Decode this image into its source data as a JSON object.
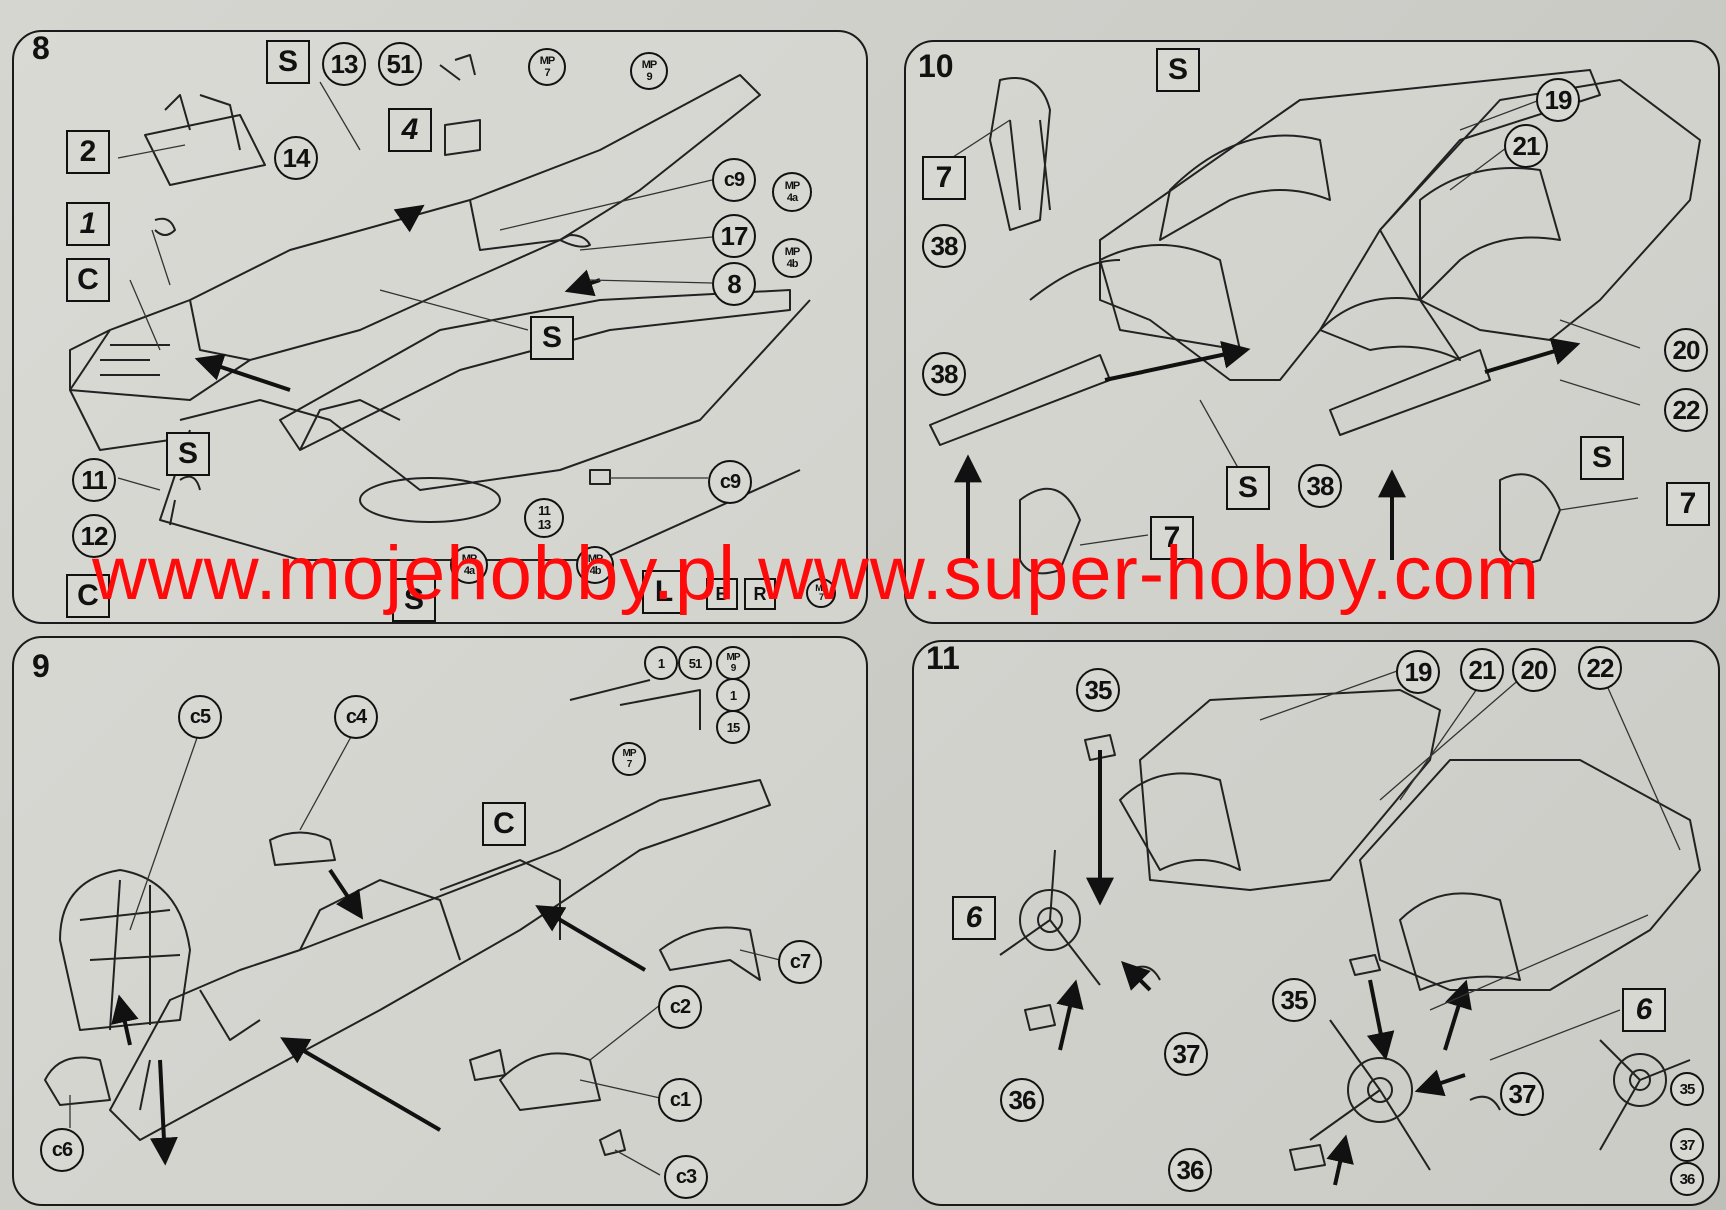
{
  "steps": [
    {
      "number": "8"
    },
    {
      "number": "9"
    },
    {
      "number": "10"
    },
    {
      "number": "11"
    }
  ],
  "step8": {
    "boxes": [
      "S",
      "2",
      "1",
      "C",
      "S",
      "S",
      "C",
      "S",
      "L",
      "B",
      "R",
      "4"
    ],
    "circles": [
      "13",
      "51",
      "14",
      "c9",
      "17",
      "8",
      "c9",
      "11",
      "12"
    ],
    "mp": [
      [
        "MP",
        "7"
      ],
      [
        "MP",
        "9"
      ],
      [
        "MP",
        "4a"
      ],
      [
        "MP",
        "4b"
      ],
      [
        "MP",
        "4a"
      ],
      [
        "MP",
        "4b"
      ],
      [
        "MP",
        "7"
      ]
    ],
    "stack": [
      "11",
      "13"
    ]
  },
  "step9": {
    "box_c": "C",
    "parts": [
      "c5",
      "c4",
      "c7",
      "c2",
      "c1",
      "c3",
      "c6"
    ],
    "small": [
      "1",
      "51",
      "1",
      "15"
    ],
    "mp": [
      [
        "MP",
        "9"
      ],
      [
        "MP",
        "7"
      ]
    ]
  },
  "step10": {
    "boxes": [
      "S",
      "7",
      "S",
      "S",
      "7",
      "7"
    ],
    "circles": [
      "19",
      "21",
      "38",
      "38",
      "20",
      "22",
      "38"
    ]
  },
  "step11": {
    "top": [
      "19",
      "21",
      "20",
      "22"
    ],
    "circles": [
      "35",
      "37",
      "36",
      "35",
      "37",
      "36"
    ],
    "boxes": [
      "6",
      "6"
    ],
    "small": [
      "35",
      "37",
      "36"
    ]
  },
  "watermark": "www.mojehobby.pl www.super-hobby.com"
}
